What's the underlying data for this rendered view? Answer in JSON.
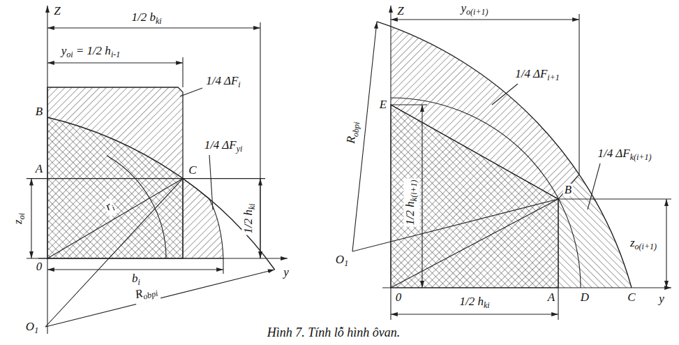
{
  "diagram": {
    "caption": "Hình 7. Tính lỗ hình ôvan.",
    "labels": [
      "Z",
      "1/2 b",
      "ki",
      "y",
      "oi",
      "= 1/2 h",
      "i-1",
      "1/4 ΔF",
      "i",
      "B",
      "A",
      "C",
      "z",
      "oi",
      "r",
      "i",
      "1/4 ΔF",
      "yi",
      "1/2 h",
      "ki",
      "0",
      "b",
      "i",
      "y",
      "R",
      "obpi",
      "O",
      "1",
      "Z",
      "y",
      "o(i+1)",
      "R",
      "obpi",
      "E",
      "1/4 ΔF",
      "i+1",
      "1/2 h",
      "k(i+1)",
      "B",
      "1/4 ΔF",
      "k(i+1)",
      "z",
      "o(i+1)",
      "0",
      "1/2 h",
      "ki",
      "A",
      "D",
      "C",
      "y",
      "O",
      "1"
    ]
  }
}
